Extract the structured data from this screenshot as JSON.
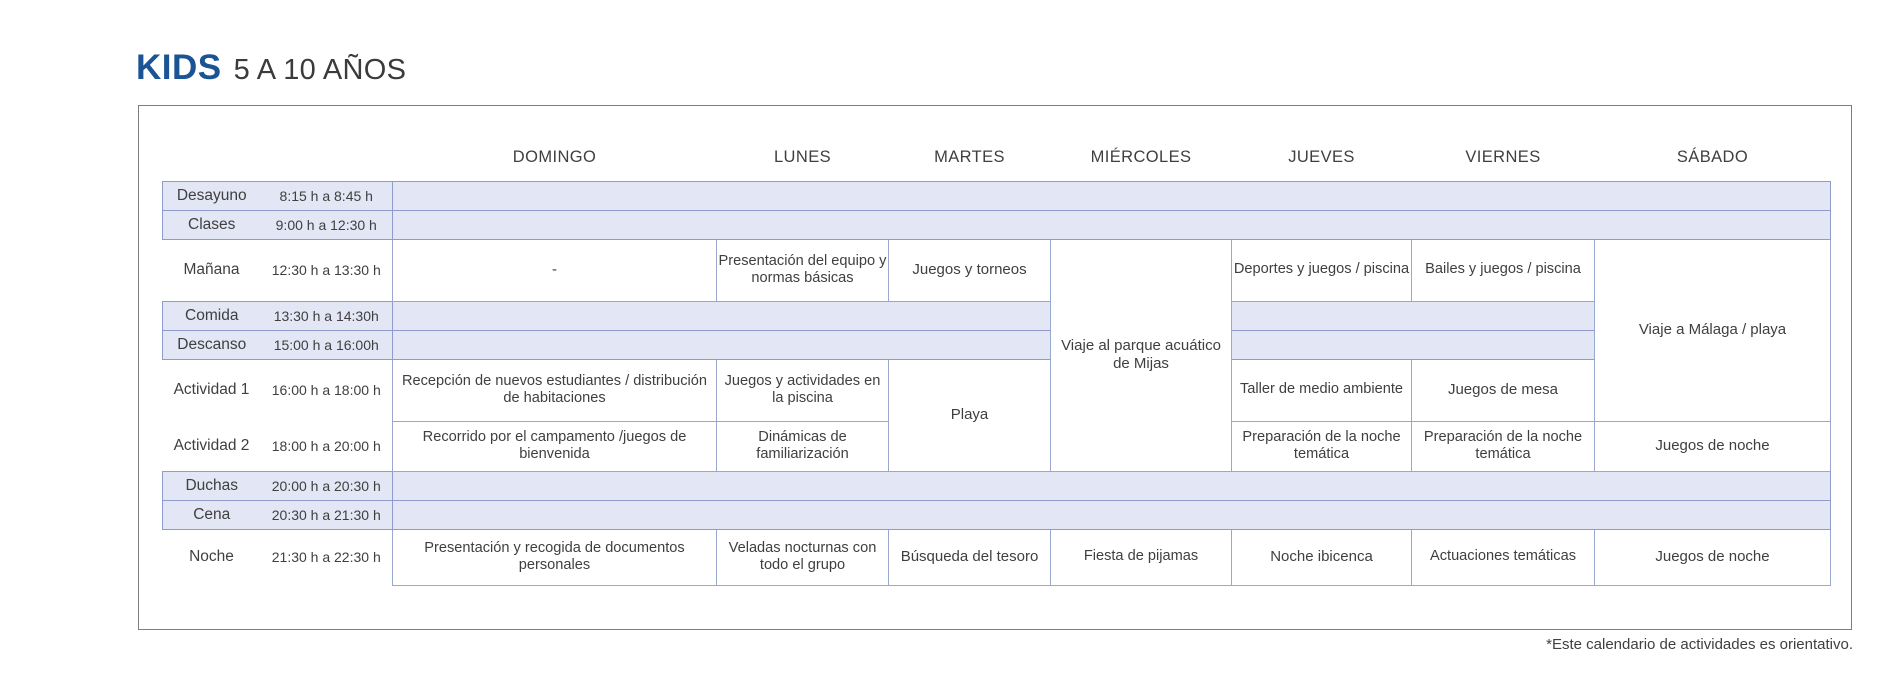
{
  "title": {
    "brand": "KIDS",
    "subtitle": "5 A 10 AÑOS",
    "brand_color": "#1a5494"
  },
  "footnote": "*Este calendario de actividades es orientativo.",
  "days": [
    "DOMINGO",
    "LUNES",
    "MARTES",
    "MIÉRCOLES",
    "JUEVES",
    "VIERNES",
    "SÁBADO"
  ],
  "rows": {
    "desayuno": {
      "label": "Desayuno",
      "time": "8:15 h a 8:45 h"
    },
    "clases": {
      "label": "Clases",
      "time": "9:00 h a 12:30 h"
    },
    "manana": {
      "label": "Mañana",
      "time": "12:30 h a 13:30 h"
    },
    "comida": {
      "label": "Comida",
      "time": "13:30 h a 14:30h"
    },
    "descanso": {
      "label": "Descanso",
      "time": "15:00 h a 16:00h"
    },
    "actividad1": {
      "label": "Actividad 1",
      "time": "16:00 h a 18:00 h"
    },
    "actividad2": {
      "label": "Actividad 2",
      "time": "18:00 h a 20:00 h"
    },
    "duchas": {
      "label": "Duchas",
      "time": "20:00 h a 20:30 h"
    },
    "cena": {
      "label": "Cena",
      "time": "20:30 h a 21:30 h"
    },
    "noche": {
      "label": "Noche",
      "time": "21:30 h a 22:30 h"
    }
  },
  "cells": {
    "manana_domingo": "-",
    "manana_lunes": "Presentación del equipo y normas básicas",
    "manana_martes": "Juegos y torneos",
    "manana_jueves": "Deportes y juegos / piscina",
    "manana_viernes": "Bailes y juegos / piscina",
    "miercoles_trip": "Viaje al parque acuático de Mijas",
    "sabado_trip": "Viaje a Málaga / playa",
    "act1_domingo": "Recepción de nuevos estudiantes / distribución de habitaciones",
    "act1_lunes": "Juegos y actividades en la piscina",
    "act_martes_playa": "Playa",
    "act1_jueves": "Taller de medio ambiente",
    "act1_viernes": "Juegos de mesa",
    "act2_domingo": "Recorrido por el  campamento /juegos de bienvenida",
    "act2_lunes": "Dinámicas de familiarización",
    "act2_jueves": "Preparación de la noche temática",
    "act2_viernes": "Preparación de la noche temática",
    "act2_sabado": "Juegos de noche",
    "noche_domingo": "Presentación y recogida de documentos personales",
    "noche_lunes": "Veladas nocturnas con todo el grupo",
    "noche_martes": "Búsqueda del tesoro",
    "noche_miercoles": "Fiesta de pijamas",
    "noche_jueves": "Noche ibicenca",
    "noche_viernes": "Actuaciones temáticas",
    "noche_sabado": "Juegos de noche"
  }
}
